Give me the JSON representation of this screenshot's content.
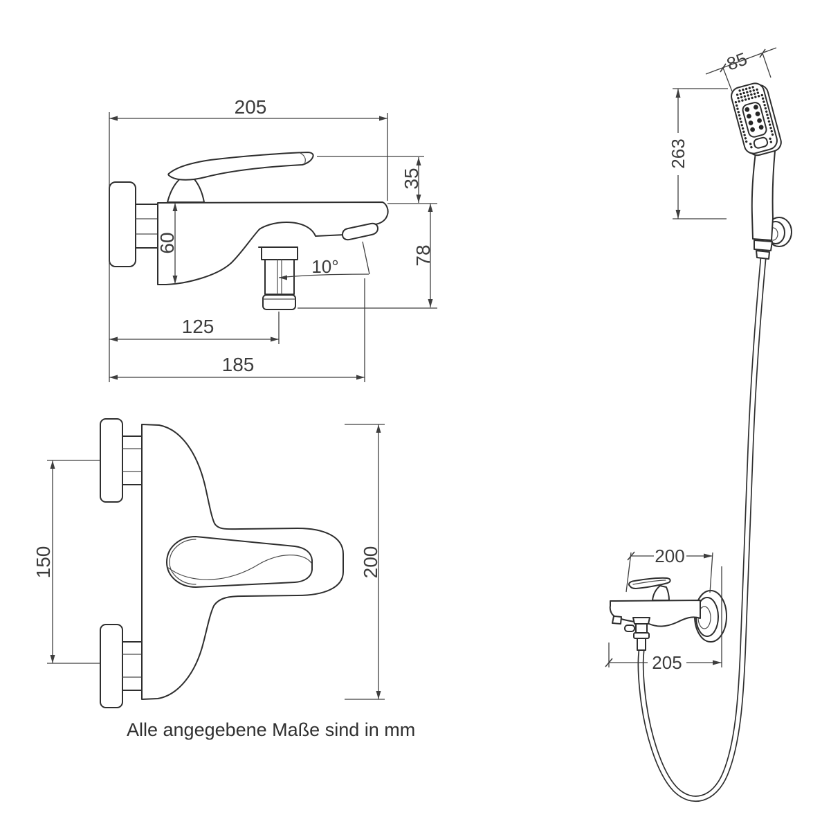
{
  "note": "Alle angegebene Maße sind in mm",
  "dimensions": {
    "side_view": {
      "overall_width": "205",
      "handle_height": "35",
      "body_height": "60",
      "spout_drop": "78",
      "spout_angle": "10°",
      "spout_center": "125",
      "spout_reach": "185"
    },
    "front_view": {
      "connection_spacing": "150",
      "overall_height": "200"
    },
    "shower_set": {
      "head_width": "85",
      "head_length": "263",
      "mixer_width": "200",
      "mixer_depth": "205"
    }
  }
}
